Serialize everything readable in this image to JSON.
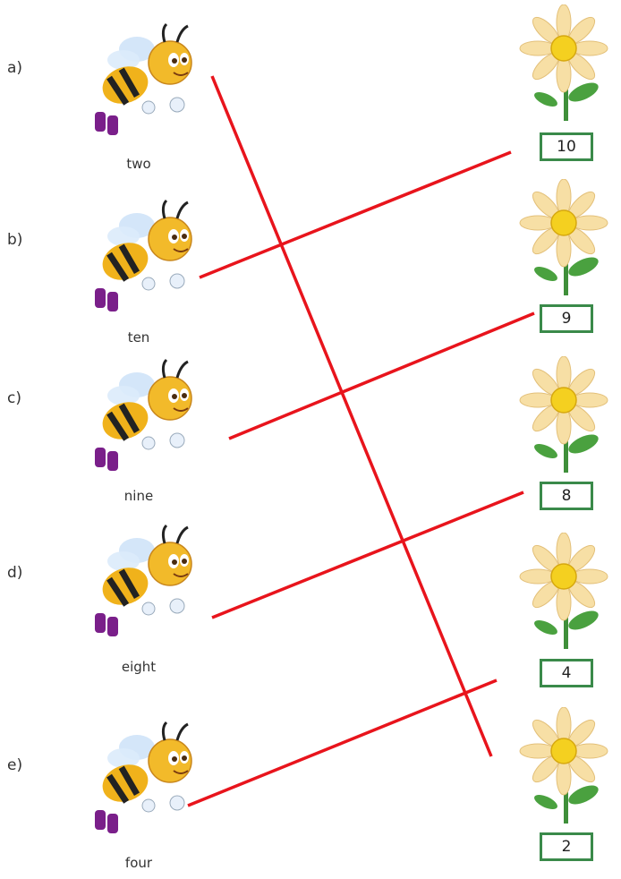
{
  "items": [
    {
      "letter": "a)",
      "word": "two"
    },
    {
      "letter": "b)",
      "word": "ten"
    },
    {
      "letter": "c)",
      "word": "nine"
    },
    {
      "letter": "d)",
      "word": "eight"
    },
    {
      "letter": "e)",
      "word": "four"
    }
  ],
  "numbers": [
    "10",
    "9",
    "8",
    "4",
    "2"
  ],
  "matches": [
    {
      "word": "two",
      "number": "2"
    },
    {
      "word": "ten",
      "number": "10"
    },
    {
      "word": "nine",
      "number": "9"
    },
    {
      "word": "eight",
      "number": "8"
    },
    {
      "word": "four",
      "number": "4"
    }
  ],
  "colors": {
    "line": "#e8141c",
    "box_border": "#3a8a4a"
  },
  "icons": {
    "left": "bee-icon",
    "right": "flower-icon"
  }
}
